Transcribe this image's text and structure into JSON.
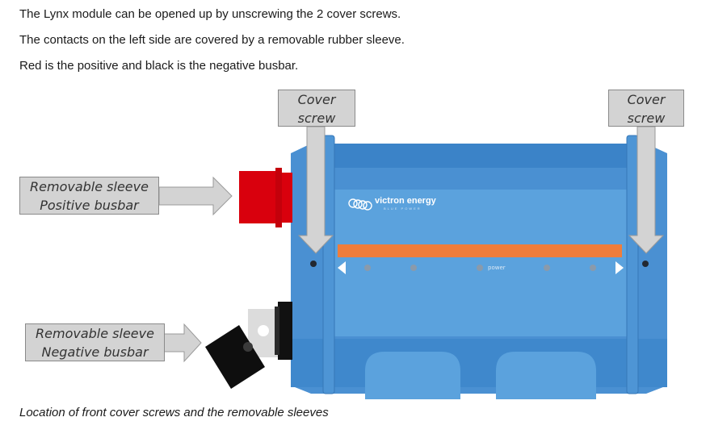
{
  "paragraphs": [
    "The Lynx module can be opened up by unscrewing the 2 cover screws.",
    "The contacts on the left side are covered by a removable rubber sleeve.",
    "Red is the positive and black is the negative busbar."
  ],
  "callouts": {
    "cover_screw_left": [
      "Cover",
      "screw"
    ],
    "cover_screw_right": [
      "Cover",
      "screw"
    ],
    "positive_sleeve": [
      "Removable sleeve",
      "Positive busbar"
    ],
    "negative_sleeve": [
      "Removable sleeve",
      "Negative busbar"
    ]
  },
  "module": {
    "brand": "victron energy",
    "brand_tagline": "BLUE POWER",
    "led_label": "power"
  },
  "caption": "Location of front cover screws and the removable sleeves",
  "colors": {
    "module_blue": "#5aa0dc",
    "module_dark_blue": "#3d83c6",
    "status_bar": "#ef7d3b",
    "positive_sleeve": "#d9000d",
    "negative_sleeve": "#111111",
    "callout_fill": "#d3d3d3"
  }
}
